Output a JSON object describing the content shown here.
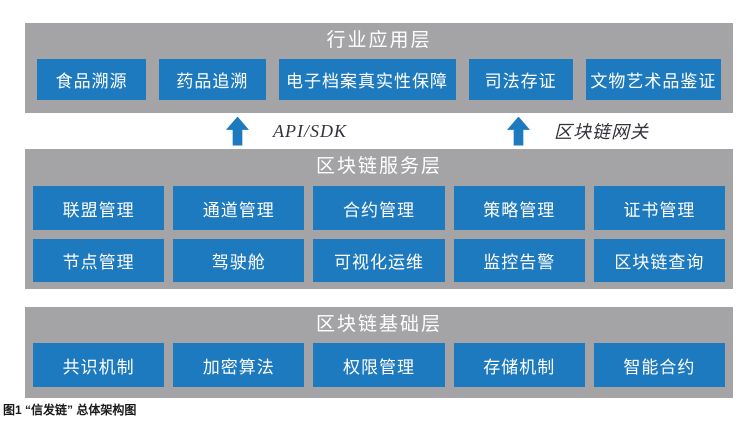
{
  "figure": {
    "caption": "图1 “信发链” 总体架构图"
  },
  "colors": {
    "box_blue": "#1e7abe",
    "panel_gray": "#a4a3a5",
    "box_text": "#ffffff",
    "label_text": "#33333b"
  },
  "layers": [
    {
      "title": "行业应用层",
      "boxes": [
        "食品溯源",
        "药品追溯",
        "电子档案真实性保障",
        "司法存证",
        "文物艺术品鉴证"
      ]
    },
    {
      "title": "区块链服务层",
      "rows": [
        [
          "联盟管理",
          "通道管理",
          "合约管理",
          "策略管理",
          "证书管理"
        ],
        [
          "节点管理",
          "驾驶舱",
          "可视化运维",
          "监控告警",
          "区块链查询"
        ]
      ]
    },
    {
      "title": "区块链基础层",
      "boxes": [
        "共识机制",
        "加密算法",
        "权限管理",
        "存储机制",
        "智能合约"
      ]
    }
  ],
  "connectors": [
    {
      "icon": "up-arrow-icon",
      "label": "API/SDK"
    },
    {
      "icon": "up-arrow-icon",
      "label": "区块链网关"
    }
  ]
}
